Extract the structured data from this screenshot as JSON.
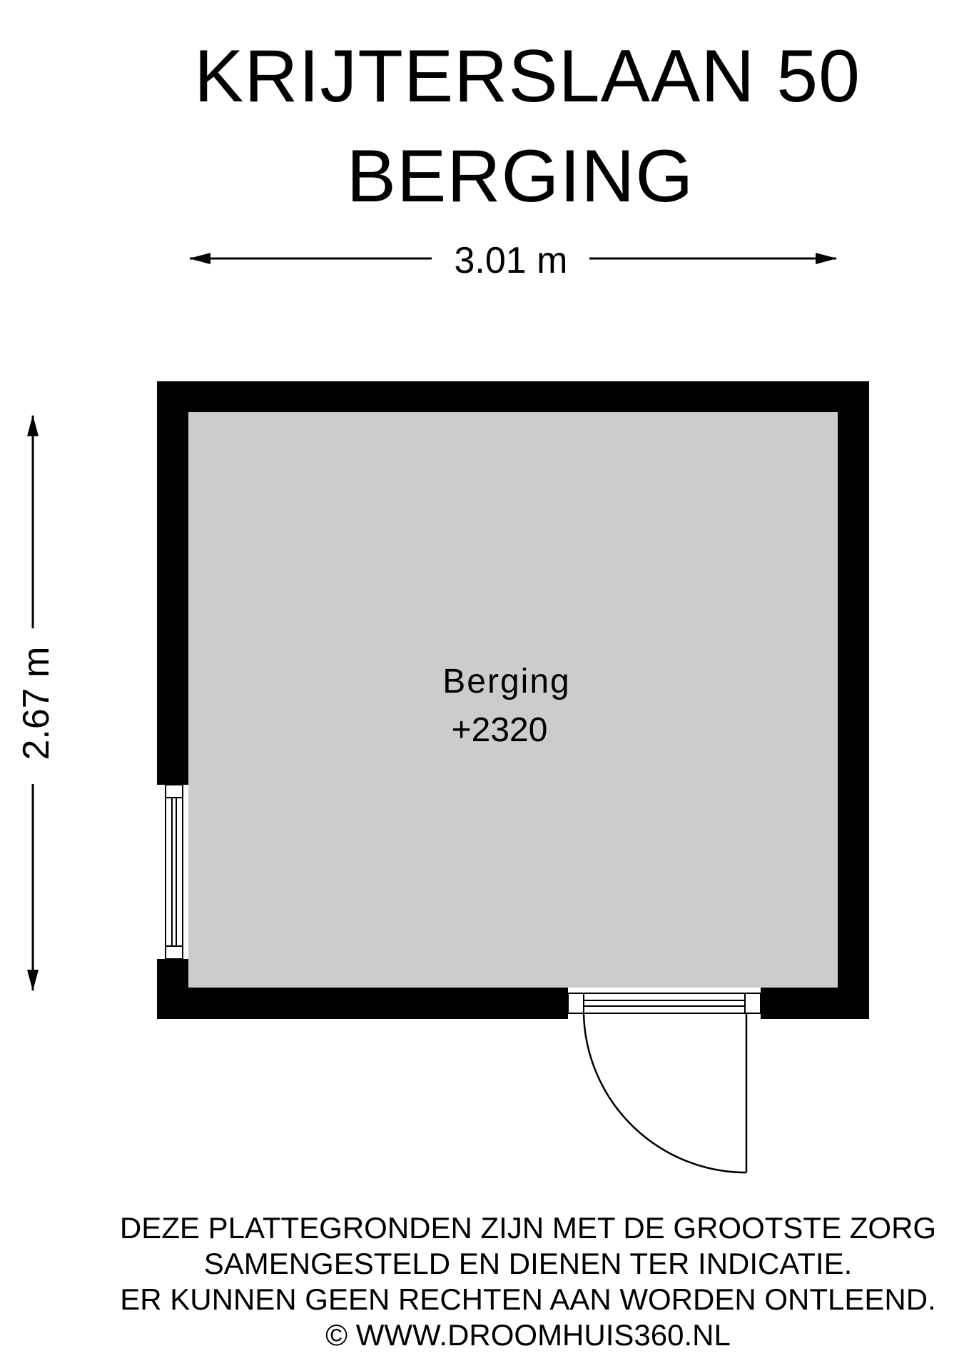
{
  "title": {
    "line1": "KRIJTERSLAAN 50",
    "line2": "BERGING"
  },
  "dimensions": {
    "width_label": "3.01 m",
    "height_label": "2.67 m"
  },
  "room": {
    "name": "Berging",
    "level": "+2320",
    "fill_color": "#cccccc",
    "wall_color": "#000000"
  },
  "disclaimer": {
    "line1": "DEZE PLATTEGRONDEN ZIJN MET DE GROOTSTE ZORG",
    "line2": "SAMENGESTELD EN DIENEN TER INDICATIE.",
    "line3": "ER KUNNEN GEEN RECHTEN AAN WORDEN ONTLEEND.",
    "line4": "© WWW.DROOMHUIS360.NL"
  }
}
